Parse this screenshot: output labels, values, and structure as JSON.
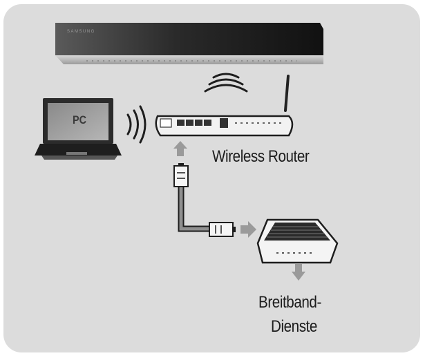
{
  "labels": {
    "router": "Wireless Router",
    "broadband_line1": "Breitband-",
    "broadband_line2": "Dienste",
    "pc": "PC",
    "brand": "SAMSUNG"
  },
  "colors": {
    "panel_background": "#dcdcdc",
    "device_dark": "#1e1e1e",
    "device_light": "#f4f4f4",
    "arrow_gray": "#9a9a9a",
    "text": "#1c1c1c"
  },
  "icons": {
    "player": "blu-ray-player-icon",
    "router": "wireless-router-icon",
    "laptop": "laptop-icon",
    "modem": "broadband-modem-icon",
    "signal": "wifi-signal-icon"
  }
}
